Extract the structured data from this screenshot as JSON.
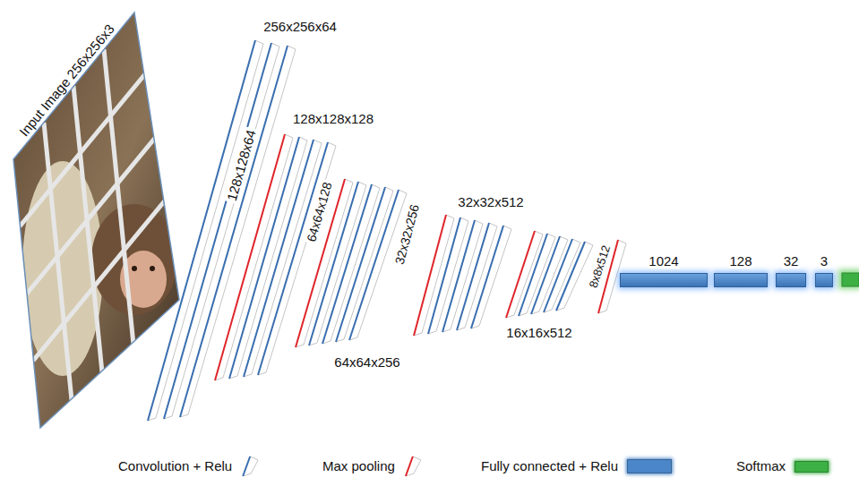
{
  "diagram": {
    "nodes": [
      {
        "text": [
          "1024"
        ]
      },
      {
        "text": [
          "128"
        ]
      },
      {
        "text": [
          "32"
        ]
      },
      {
        "text": [
          "3"
        ]
      }
    ],
    "labels": [
      "Input Image 256x256x3",
      "256x256x64",
      "128x128x128",
      "128x128x64",
      "64x64x128",
      "64x64x256",
      "32x32x256",
      "32x32x512",
      "16x16x512",
      "8x8x512"
    ],
    "legend": [
      {
        "text": "Convolution + Relu"
      },
      {
        "text": "Max pooling"
      },
      {
        "text": "Fully connected + Relu",
        "color": "#4a86c8"
      },
      {
        "text": "Softmax",
        "color": "#3cb043"
      }
    ]
  }
}
